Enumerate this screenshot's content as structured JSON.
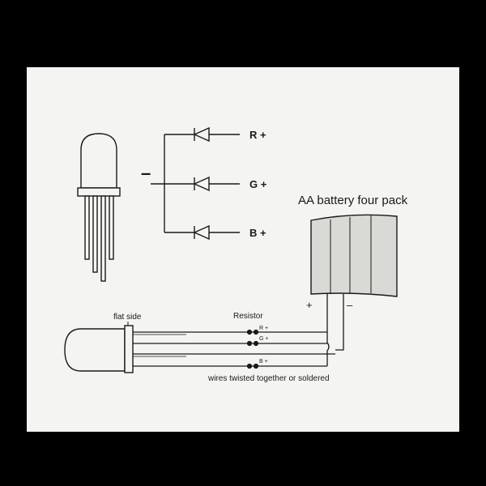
{
  "colors": {
    "background": "#000000",
    "paper": "#f4f4f2",
    "ink": "#1a1a1a",
    "battery_fill": "#d9d9d6"
  },
  "schematic": {
    "minus_label": "–",
    "channels": [
      {
        "label": "R +"
      },
      {
        "label": "G +"
      },
      {
        "label": "B +"
      }
    ]
  },
  "battery": {
    "title": "AA battery four pack",
    "plus_label": "+",
    "minus_label": "–"
  },
  "wiring": {
    "flat_side_label": "flat side",
    "resistor_label": "Resistor",
    "lead_labels": [
      "R +",
      "G +",
      "B +"
    ],
    "twisted_note": "wires twisted together or soldered"
  }
}
